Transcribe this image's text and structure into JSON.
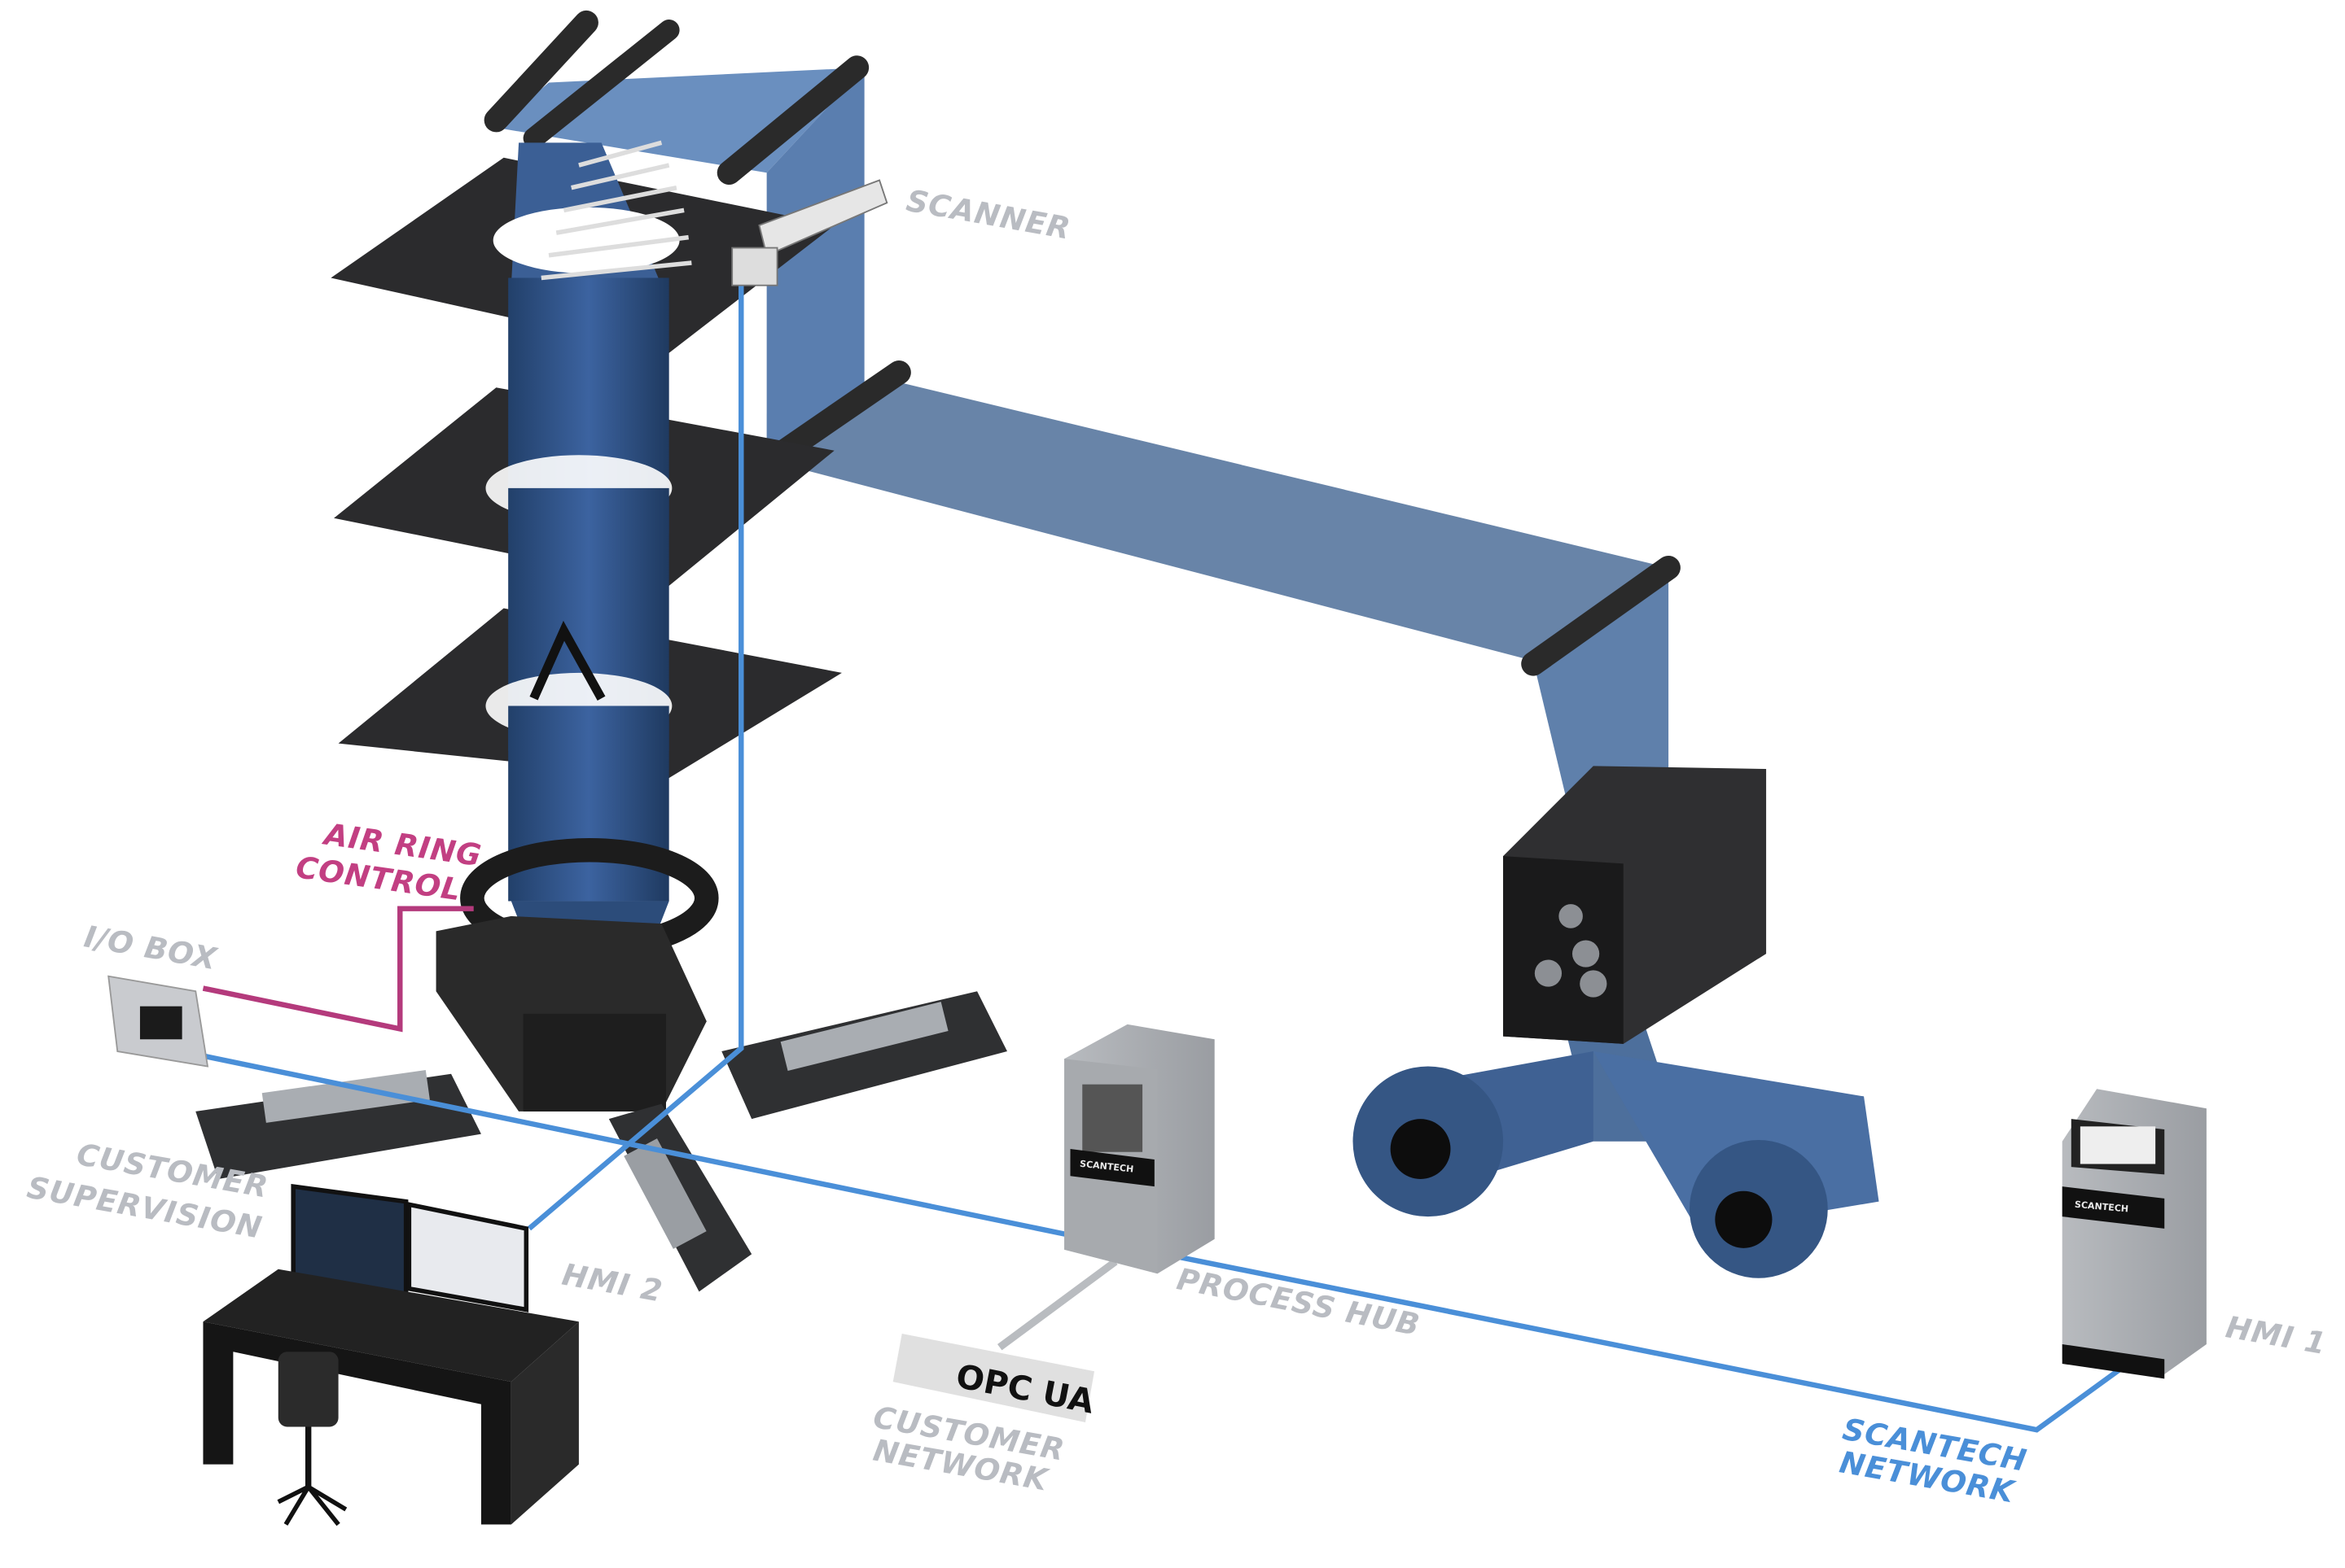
{
  "labels": {
    "scanner": "SCANNER",
    "air_ring_control": [
      "AIR RING",
      "CONTROL"
    ],
    "io_box": "I/O BOX",
    "customer_supervision": [
      "CUSTOMER",
      "SUPERVISION"
    ],
    "hmi2": "HMI 2",
    "process_hub": "PROCESS HUB",
    "customer_network": [
      "CUSTOMER",
      "NETWORK"
    ],
    "scantech_network": [
      "SCANTECH",
      "NETWORK"
    ],
    "hmi1": "HMI 1"
  },
  "opc_logo": "OPC UA",
  "cabinet_brand": "SCANTECH",
  "colors": {
    "scantech_network": "#4a8fd8",
    "air_ring_line": "#b43a7c",
    "film": "#5f80a8",
    "tube": "#2e4e7c",
    "label_gray": "#b9bcc2"
  }
}
